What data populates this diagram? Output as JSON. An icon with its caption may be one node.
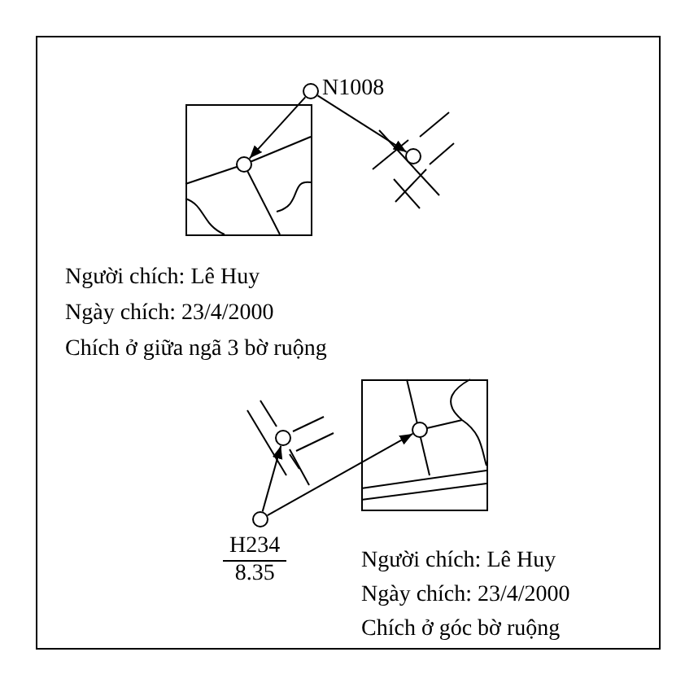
{
  "diagram": {
    "nodes": [
      {
        "text": [],
        "shape": "circle",
        "beside": [
          "N1008"
        ]
      },
      {
        "text": [],
        "shape": "circle"
      },
      {
        "text": [],
        "shape": "circle"
      },
      {
        "text": [],
        "shape": "circle",
        "beside": [
          "H234",
          "8.35"
        ]
      },
      {
        "text": [],
        "shape": "circle"
      },
      {
        "text": [],
        "shape": "circle"
      }
    ],
    "edges": [
      {
        "from": 0,
        "to": 1,
        "arrow": "to"
      },
      {
        "from": 0,
        "to": 2,
        "arrow": "to"
      },
      {
        "from": 3,
        "to": 4,
        "arrow": "to"
      },
      {
        "from": 3,
        "to": 5,
        "arrow": "to"
      }
    ],
    "labels": [
      "Người chích:  Lê Huy",
      "Ngày chích: 23/4/2000",
      "Chích ở giữa ngã 3 bờ ruộng",
      "Người chích: Lê Huy",
      "Ngày chích: 23/4/2000",
      "Chích ở góc bờ ruộng"
    ]
  }
}
